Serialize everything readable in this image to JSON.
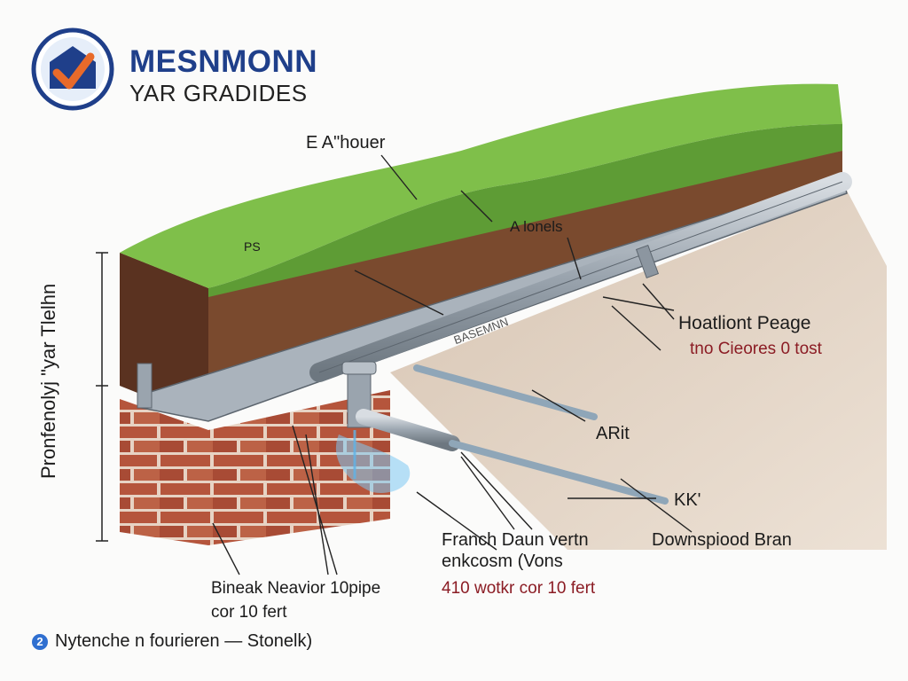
{
  "brand": {
    "title": "MESNMONN",
    "subtitle": "YAR GRADIDES",
    "logo_icon": "house-shield-logo"
  },
  "labels": {
    "top_label": "E A\"houer",
    "mid_label": "A lonels",
    "pipe_stamp": "BASEMNN",
    "right_title": "Hoatliont Peage",
    "right_sub": "tno Cieores 0 tost",
    "ait": "ARit",
    "kk": "KK'",
    "french_line1": "Franch Daun vertn",
    "french_line2": "enkcosm (Vons",
    "french_line3": "410 wotkr cor 10 fert",
    "downspout": "Downspiood Bran",
    "bottom_line1": "Bineak Neavior 10pipe",
    "bottom_line2": "cor 10 fert",
    "vertical": "Pronfenolyj \"yar Tlelhn",
    "ps": "PS"
  },
  "footnote": {
    "icon": "info-circle-icon",
    "badge": "2",
    "text": "Nytenche n fourieren  — Stonelk)"
  },
  "colors": {
    "grass": "#7fbf4a",
    "soil": "#6b3f27",
    "brick": "#b5553c",
    "pipe": "#9aa4ae",
    "water": "#7ec8f2",
    "brand_blue": "#1f3f8a",
    "accent_red": "#8b1c24"
  }
}
